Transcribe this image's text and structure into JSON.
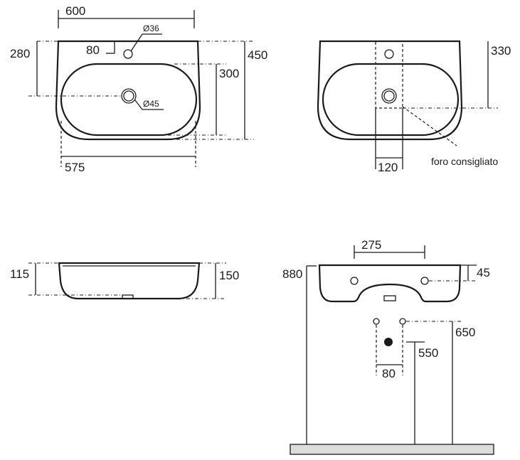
{
  "top_view": {
    "width_top": "600",
    "width_bowl": "575",
    "tap_offset": "80",
    "tap_hole": "Ø36",
    "drain_hole": "Ø45",
    "drain_depth": "280",
    "bowl_depth": "300",
    "total_depth": "450"
  },
  "top_view_fixing": {
    "depth": "330",
    "width": "120",
    "note": "foro consigliato"
  },
  "side_view": {
    "rim_height": "115",
    "total_height": "150"
  },
  "front_view": {
    "fixing_spacing": "275",
    "mount_height": "880",
    "fixing_offset": "45",
    "supply_height": "650",
    "waste_height": "550",
    "supply_spacing": "80"
  }
}
